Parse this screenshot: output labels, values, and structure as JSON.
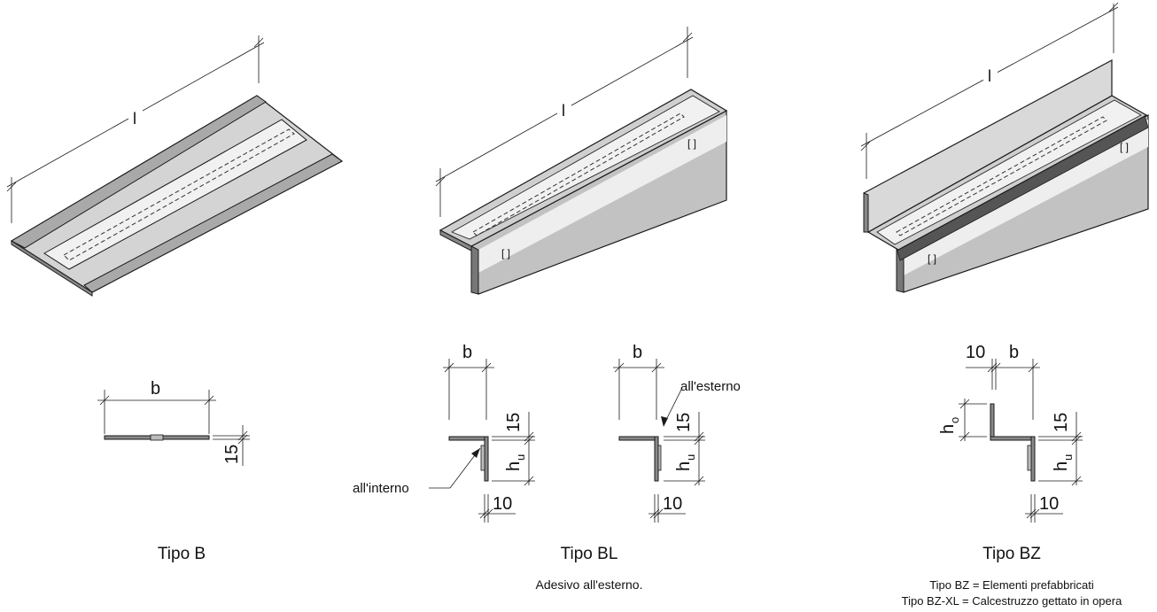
{
  "labels": {
    "length": "l",
    "width": "b",
    "dim_15": "15",
    "dim_10": "10",
    "hu": "h",
    "hu_sub": "u",
    "ho": "h",
    "ho_sub": "o",
    "inside": "all'interno",
    "outside": "all'esterno"
  },
  "types": {
    "b": {
      "title": "Tipo B"
    },
    "bl": {
      "title": "Tipo BL",
      "note": "Adesivo all'esterno."
    },
    "bz": {
      "title": "Tipo BZ",
      "note1": "Tipo BZ = Elementi prefabbricati",
      "note2": "Tipo BZ-XL = Calcestruzzo gettato in opera"
    }
  },
  "colors": {
    "light": "#ececec",
    "mid": "#b9b9b9",
    "dark": "#8a8a8a",
    "line": "#1a1a1a"
  }
}
